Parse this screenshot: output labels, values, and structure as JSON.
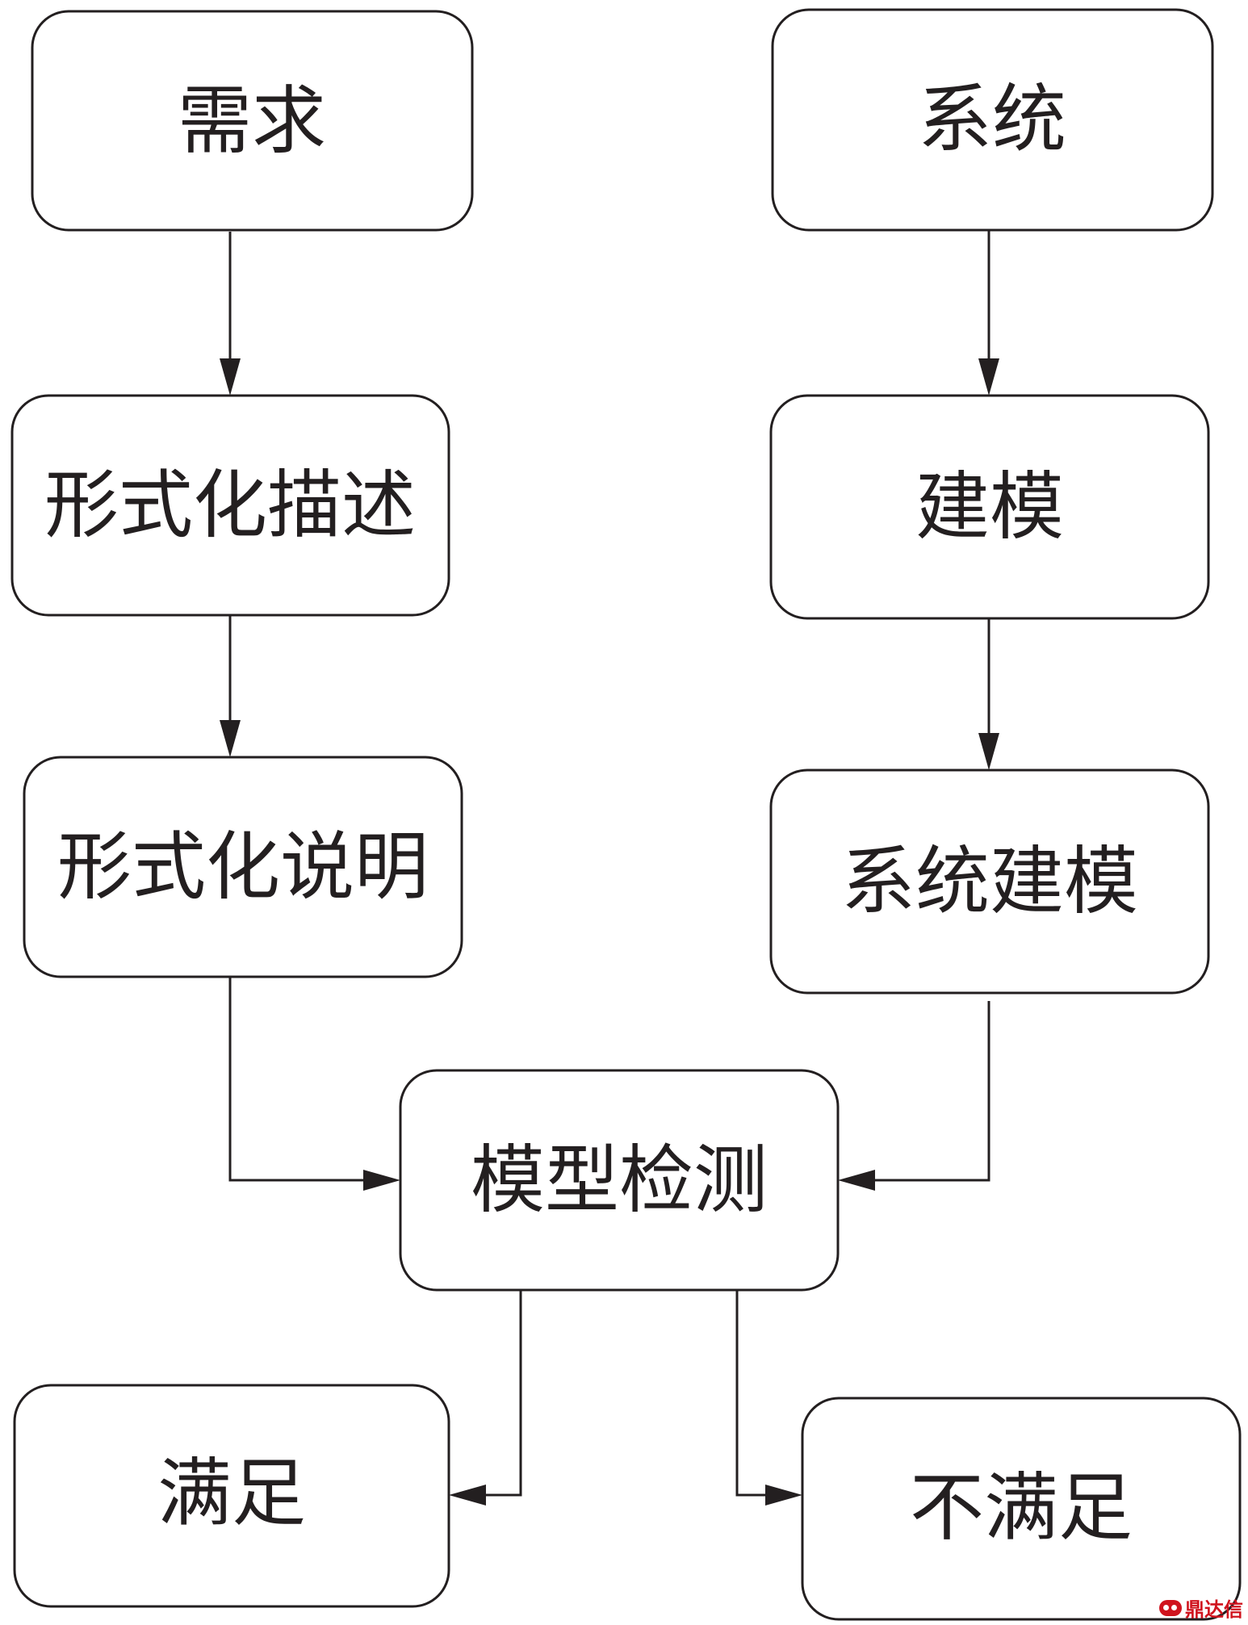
{
  "diagram": {
    "nodes": {
      "requirement": "需求",
      "formal_description": "形式化描述",
      "formal_specification": "形式化说明",
      "system": "系统",
      "modeling": "建模",
      "system_modeling": "系统建模",
      "model_checking": "模型检测",
      "satisfied": "满足",
      "not_satisfied": "不满足"
    },
    "edges": [
      [
        "requirement",
        "formal_description"
      ],
      [
        "formal_description",
        "formal_specification"
      ],
      [
        "formal_specification",
        "model_checking"
      ],
      [
        "system",
        "modeling"
      ],
      [
        "modeling",
        "system_modeling"
      ],
      [
        "system_modeling",
        "model_checking"
      ],
      [
        "model_checking",
        "satisfied"
      ],
      [
        "model_checking",
        "not_satisfied"
      ]
    ]
  },
  "watermark": {
    "text": "鼎达信"
  }
}
